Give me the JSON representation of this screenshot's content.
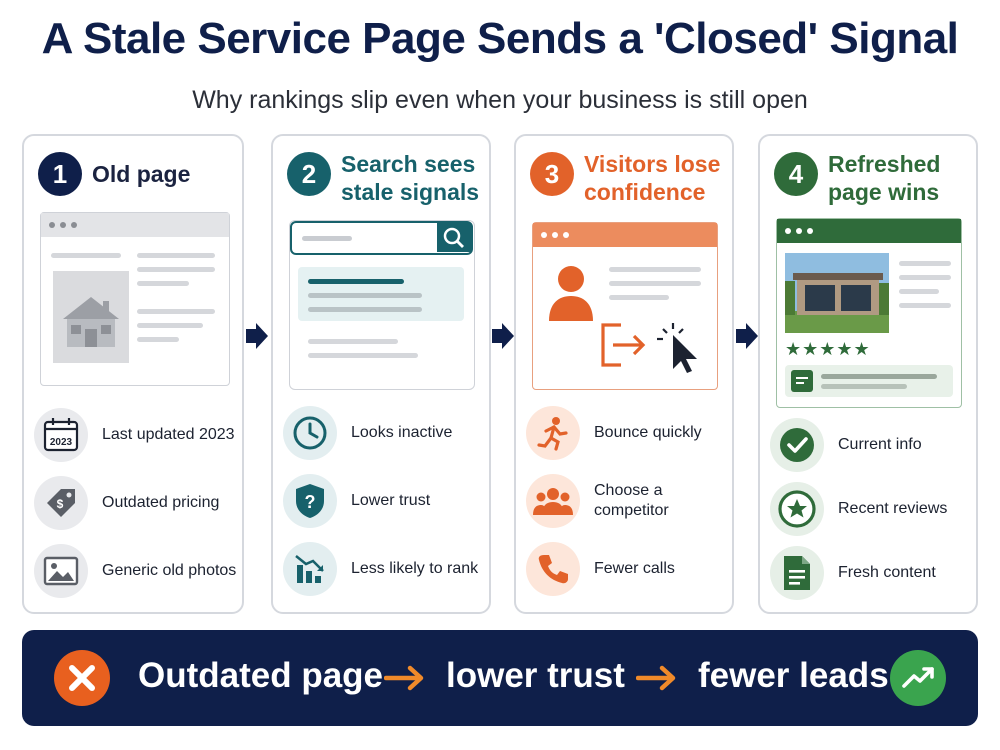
{
  "header": {
    "title": "A Stale Service Page Sends a 'Closed' Signal",
    "subtitle": "Why rankings slip even when your business is still open"
  },
  "colors": {
    "navy": "#0f1f4a",
    "teal": "#17616b",
    "orange": "#e2622a",
    "green": "#2f6b3a"
  },
  "steps": [
    {
      "number": "1",
      "title": "Old page",
      "items": [
        {
          "icon": "calendar-icon",
          "icon_text": "2023",
          "label": "Last updated 2023"
        },
        {
          "icon": "price-tag-icon",
          "label": "Outdated pricing"
        },
        {
          "icon": "image-icon",
          "label": "Generic old photos"
        }
      ]
    },
    {
      "number": "2",
      "title": "Search sees stale signals",
      "items": [
        {
          "icon": "clock-icon",
          "label": "Looks inactive"
        },
        {
          "icon": "shield-question-icon",
          "label": "Lower trust"
        },
        {
          "icon": "chart-down-icon",
          "label": "Less likely to rank"
        }
      ]
    },
    {
      "number": "3",
      "title": "Visitors lose confidence",
      "items": [
        {
          "icon": "running-person-icon",
          "label": "Bounce quickly"
        },
        {
          "icon": "group-icon",
          "label": "Choose a competitor"
        },
        {
          "icon": "phone-icon",
          "label": "Fewer calls"
        }
      ]
    },
    {
      "number": "4",
      "title": "Refreshed page wins",
      "items": [
        {
          "icon": "check-icon",
          "label": "Current info"
        },
        {
          "icon": "star-badge-icon",
          "label": "Recent reviews"
        },
        {
          "icon": "document-icon",
          "label": "Fresh content"
        }
      ]
    }
  ],
  "banner": {
    "step1": "Outdated page",
    "step2": "lower trust",
    "step3": "fewer leads"
  }
}
